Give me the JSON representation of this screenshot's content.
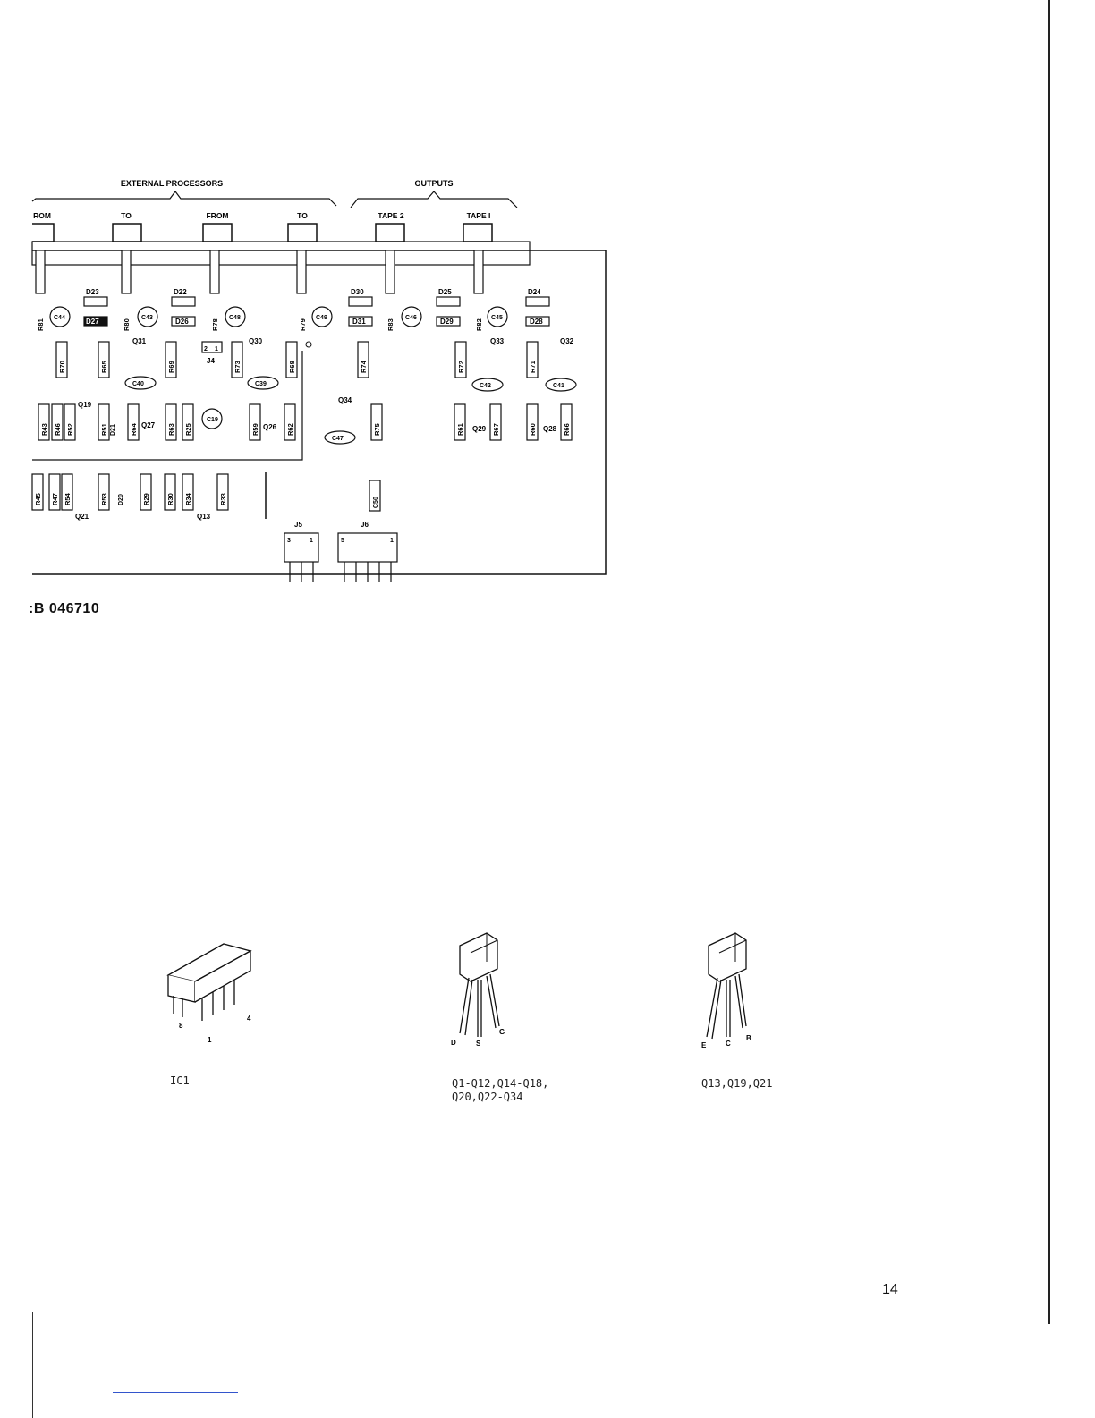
{
  "diagram": {
    "group_headers": {
      "external_processors": "EXTERNAL PROCESSORS",
      "outputs": "OUTPUTS"
    },
    "jack_labels": [
      "ROM",
      "TO",
      "FROM",
      "TO",
      "TAPE 2",
      "TAPE I"
    ],
    "component_labels": {
      "resistors": [
        "R81",
        "R80",
        "R78",
        "R79",
        "R83",
        "R82",
        "R70",
        "R65",
        "R69",
        "R73",
        "R68",
        "R74",
        "R72",
        "R71",
        "R43",
        "R46",
        "R52",
        "R51",
        "R64",
        "R63",
        "R25",
        "R59",
        "R62",
        "R75",
        "R61",
        "R67",
        "R60",
        "R66",
        "R45",
        "R47",
        "R54",
        "R53",
        "R29",
        "R30",
        "R34",
        "R33"
      ],
      "diodes": [
        "D23",
        "D27",
        "D22",
        "D26",
        "D30",
        "D31",
        "D25",
        "D29",
        "D24",
        "D28",
        "D21",
        "D20"
      ],
      "capacitors": [
        "C44",
        "C43",
        "C48",
        "C49",
        "C46",
        "C45",
        "C40",
        "C39",
        "C42",
        "C41",
        "C19",
        "C47",
        "C50"
      ],
      "transistors": [
        "Q31",
        "Q30",
        "Q33",
        "Q32",
        "Q19",
        "Q27",
        "Q26",
        "Q34",
        "Q29",
        "Q28",
        "Q21",
        "Q13"
      ],
      "connectors": [
        "J4",
        "J5",
        "J6"
      ],
      "pin_numbers": [
        "2",
        "1",
        "3",
        "1",
        "5",
        "1"
      ]
    },
    "pcb_id": ":B 046710"
  },
  "packages": [
    {
      "caption": "IC1",
      "pins": [
        "8",
        "1",
        "4"
      ],
      "icon": "dip8-ic-icon"
    },
    {
      "caption": "Q1-Q12,Q14-Q18,\nQ20,Q22-Q34",
      "pins": [
        "D",
        "S",
        "G"
      ],
      "icon": "fet-to92-icon"
    },
    {
      "caption": "Q13,Q19,Q21",
      "pins": [
        "E",
        "C",
        "B"
      ],
      "icon": "bjt-to92-icon"
    }
  ],
  "page_number": "14"
}
